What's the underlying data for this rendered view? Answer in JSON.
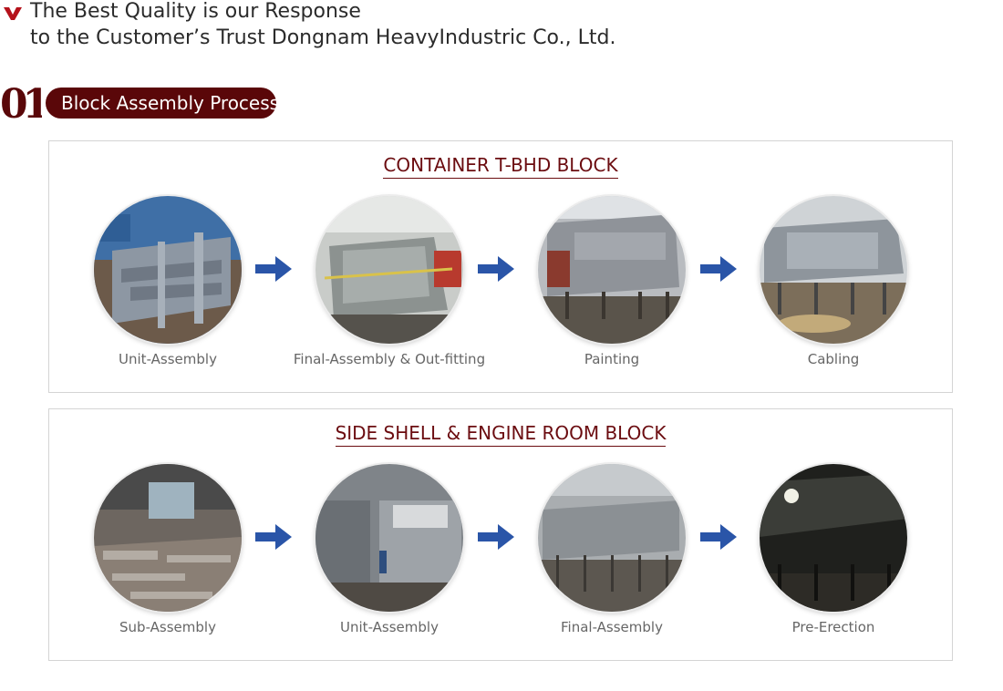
{
  "header": {
    "line1": "The Best Quality is our Response",
    "line2": "to the Customer’s Trust Dongnam HeavyIndustric Co., Ltd.",
    "mark_color": "#b5121b"
  },
  "section": {
    "number": "01",
    "title": "Block Assembly Process",
    "pill_color": "#5a0709"
  },
  "blocks": [
    {
      "title": "CONTAINER T-BHD BLOCK",
      "steps": [
        {
          "label": "Unit-Assembly",
          "photo": "steel-blocks-photo"
        },
        {
          "label": "Final-Assembly & Out-fitting",
          "photo": "block-assembly-photo"
        },
        {
          "label": "Painting",
          "photo": "painted-block-photo"
        },
        {
          "label": "Cabling",
          "photo": "cabling-block-photo"
        }
      ]
    },
    {
      "title": "SIDE SHELL & ENGINE ROOM BLOCK",
      "steps": [
        {
          "label": "Sub-Assembly",
          "photo": "steel-plates-photo"
        },
        {
          "label": "Unit-Assembly",
          "photo": "workshop-unit-photo"
        },
        {
          "label": "Final-Assembly",
          "photo": "side-shell-photo"
        },
        {
          "label": "Pre-Erection",
          "photo": "dark-hall-photo"
        }
      ]
    }
  ],
  "colors": {
    "arrow": "#2a55a8",
    "title": "#6b0c10",
    "caption": "#666666"
  }
}
